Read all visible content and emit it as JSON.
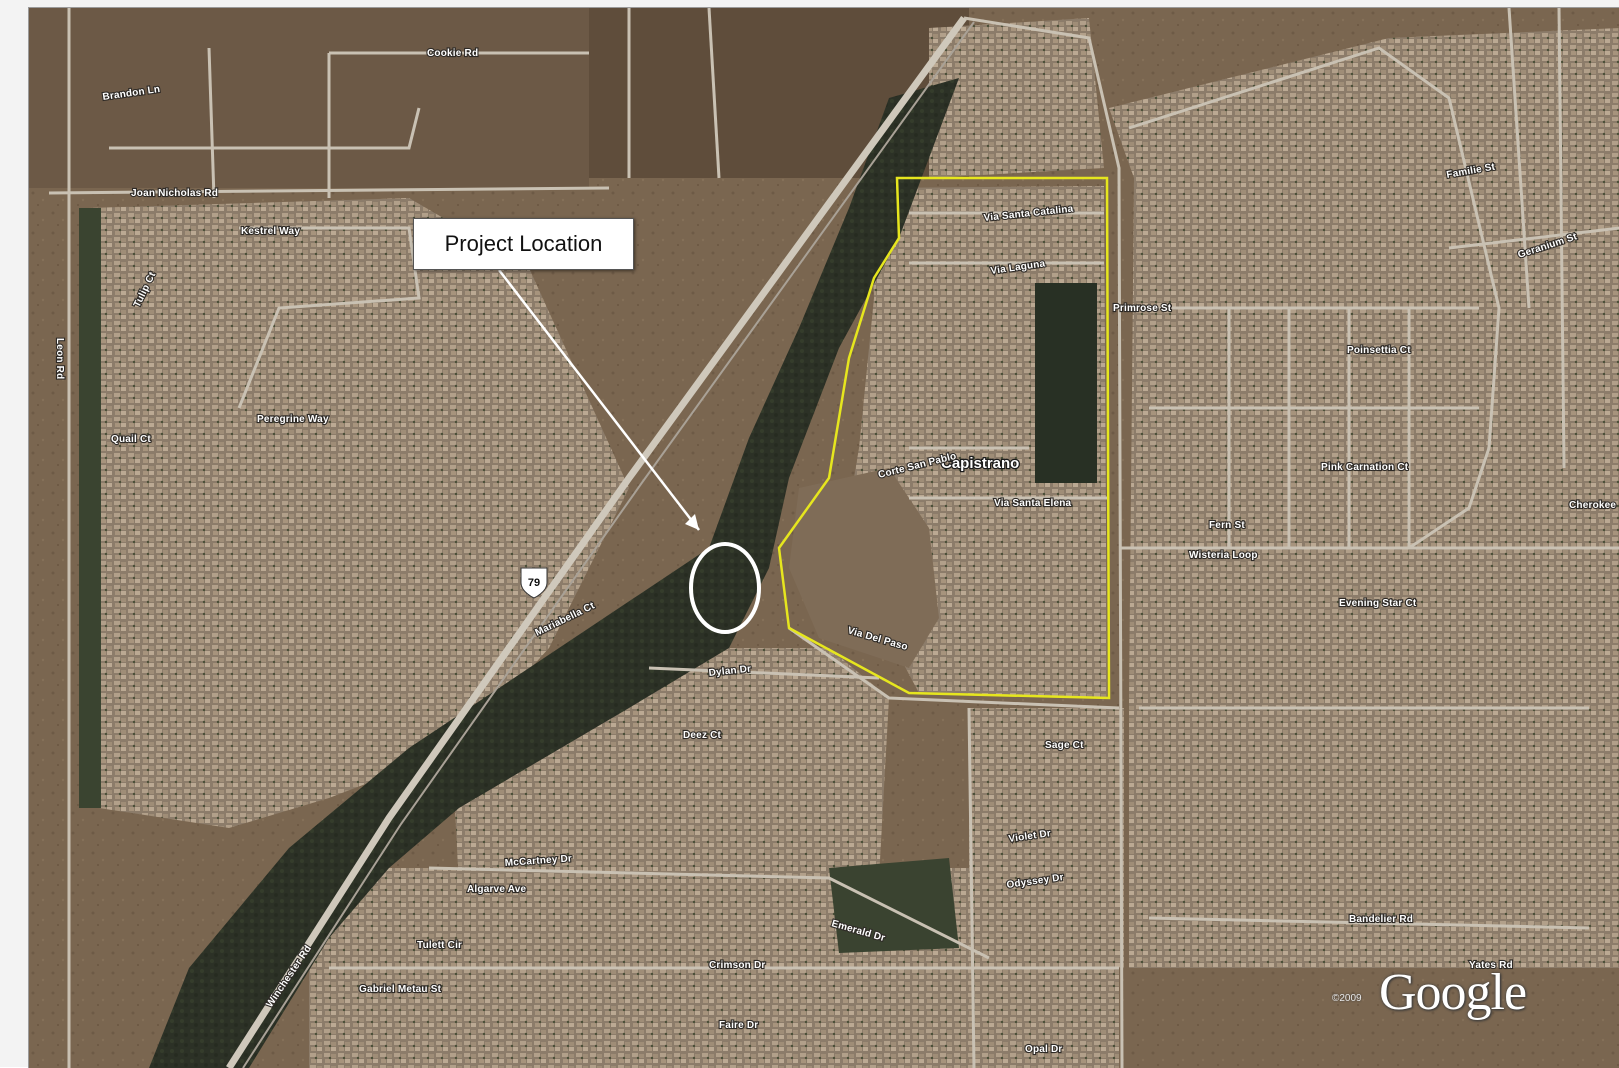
{
  "map": {
    "callout_label": "Project Location",
    "area_label": "Capistrano",
    "highway_shield": "79",
    "provider": "Google",
    "copyright": "©2009",
    "colors": {
      "boundary": "#e6e61e",
      "marker_circle": "#ffffff",
      "pointer_arrow": "#ffffff",
      "ground": "#7d6a55",
      "residential": "#8a7b6b",
      "vegetation": "#2b3224"
    },
    "streets": [
      "Cookie Rd",
      "Brandon Ln",
      "Joan Nicholas Rd",
      "Kestrel Way",
      "Peregrine Way",
      "Quail Ct",
      "Via Santa Catalina",
      "Via Laguna",
      "Via Santa Elena",
      "Via Del Paso",
      "Corte San Pablo",
      "Primrose St",
      "Familie St",
      "Geranium St",
      "Poinsettia Ct",
      "Pink Carnation Ct",
      "Wisteria Loop",
      "Fern St",
      "Evening Star Ct",
      "Dylan Dr",
      "Deez Ct",
      "McCartney Dr",
      "Algarve Ave",
      "Tulett Cir",
      "Gabriel Metau St",
      "Crimson Dr",
      "Emerald Dr",
      "Odyssey Dr",
      "Violet Dr",
      "Sage Ct",
      "Opal Dr",
      "Faire Dr",
      "Bandelier Rd",
      "Yates Rd",
      "Winchester Rd",
      "Leon Rd",
      "Mariabella Ct",
      "Cherokee",
      "Tulip Ct"
    ]
  }
}
